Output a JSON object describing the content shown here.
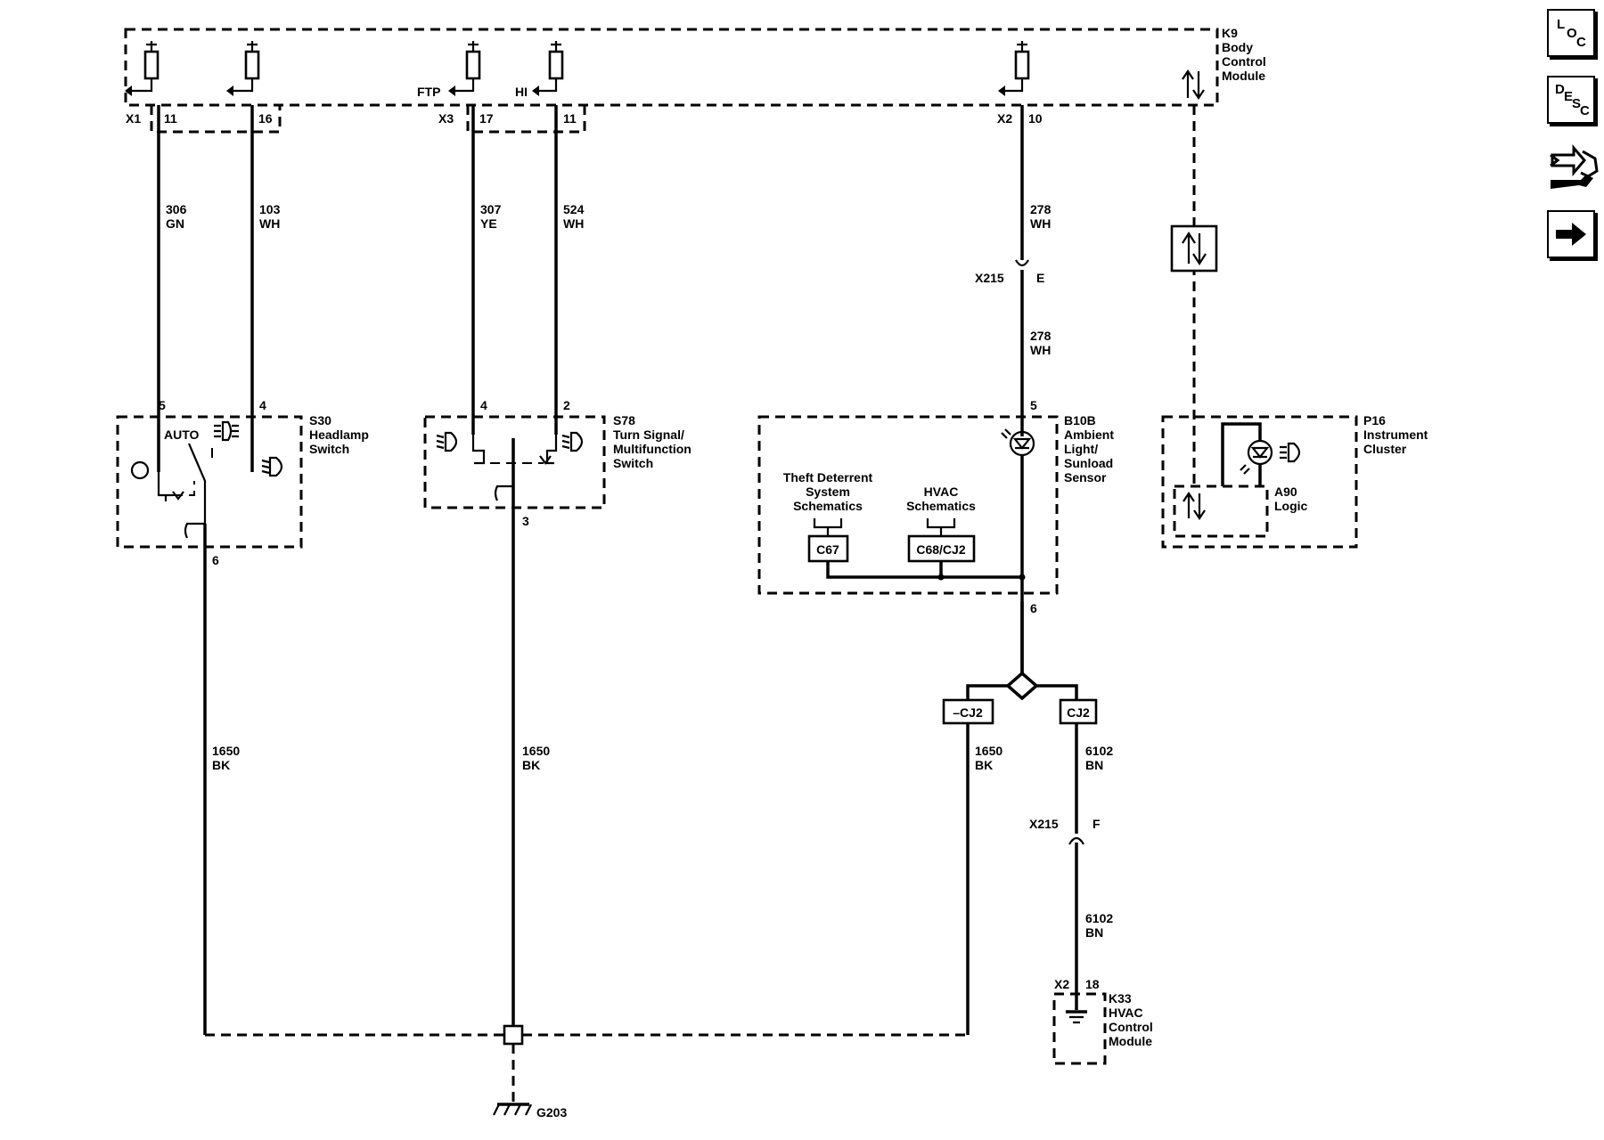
{
  "modules": {
    "k9": {
      "id": "K9",
      "name1": "Body",
      "name2": "Control",
      "name3": "Module"
    },
    "s30": {
      "id": "S30",
      "name1": "Headlamp",
      "name2": "Switch",
      "auto": "AUTO"
    },
    "s78": {
      "id": "S78",
      "name1": "Turn Signal/",
      "name2": "Multifunction",
      "name3": "Switch"
    },
    "b10b": {
      "id": "B10B",
      "name1": "Ambient",
      "name2": "Light/",
      "name3": "Sunload",
      "name4": "Sensor"
    },
    "p16": {
      "id": "P16",
      "name1": "Instrument",
      "name2": "Cluster"
    },
    "a90": {
      "id": "A90",
      "name1": "Logic"
    },
    "k33": {
      "id": "K33",
      "name1": "HVAC",
      "name2": "Control",
      "name3": "Module"
    }
  },
  "connectors": {
    "x1": "X1",
    "x3": "X3",
    "x2": "X2",
    "x215": "X215",
    "x2_k33": "X2"
  },
  "signals": {
    "ftp": "FTP",
    "hi": "HI"
  },
  "pins": {
    "k9_x1_a": "11",
    "k9_x1_b": "16",
    "k9_x3_a": "17",
    "k9_x3_b": "11",
    "k9_x2": "10",
    "s30_a": "5",
    "s30_b": "4",
    "s30_c": "6",
    "s78_a": "4",
    "s78_b": "2",
    "s78_c": "3",
    "b10b_a": "5",
    "b10b_b": "6",
    "x215_e": "E",
    "x215_f": "F",
    "k33_pin": "18"
  },
  "wires": {
    "w306": {
      "circuit": "306",
      "color": "GN"
    },
    "w103": {
      "circuit": "103",
      "color": "WH"
    },
    "w307": {
      "circuit": "307",
      "color": "YE"
    },
    "w524": {
      "circuit": "524",
      "color": "WH"
    },
    "w278a": {
      "circuit": "278",
      "color": "WH"
    },
    "w278b": {
      "circuit": "278",
      "color": "WH"
    },
    "w1650a": {
      "circuit": "1650",
      "color": "BK"
    },
    "w1650b": {
      "circuit": "1650",
      "color": "BK"
    },
    "w1650c": {
      "circuit": "1650",
      "color": "BK"
    },
    "w6102a": {
      "circuit": "6102",
      "color": "BN"
    },
    "w6102b": {
      "circuit": "6102",
      "color": "BN"
    }
  },
  "refs": {
    "theft1": "Theft Deterrent",
    "theft2": "System",
    "theft3": "Schematics",
    "hvac1": "HVAC",
    "hvac2": "Schematics",
    "c67": "C67",
    "c68": "C68/CJ2",
    "ncj2": "–CJ2",
    "cj2": "CJ2"
  },
  "ground": {
    "id": "G203"
  },
  "side_buttons": [
    {
      "icon": "loc-icon",
      "l1": "L",
      "l2": "O",
      "l3": "C"
    },
    {
      "icon": "desc-icon",
      "l1": "D",
      "l2": "E",
      "l3": "S",
      "l4": "C"
    },
    {
      "icon": "connector-tool-icon"
    },
    {
      "icon": "next-arrow-icon"
    }
  ]
}
